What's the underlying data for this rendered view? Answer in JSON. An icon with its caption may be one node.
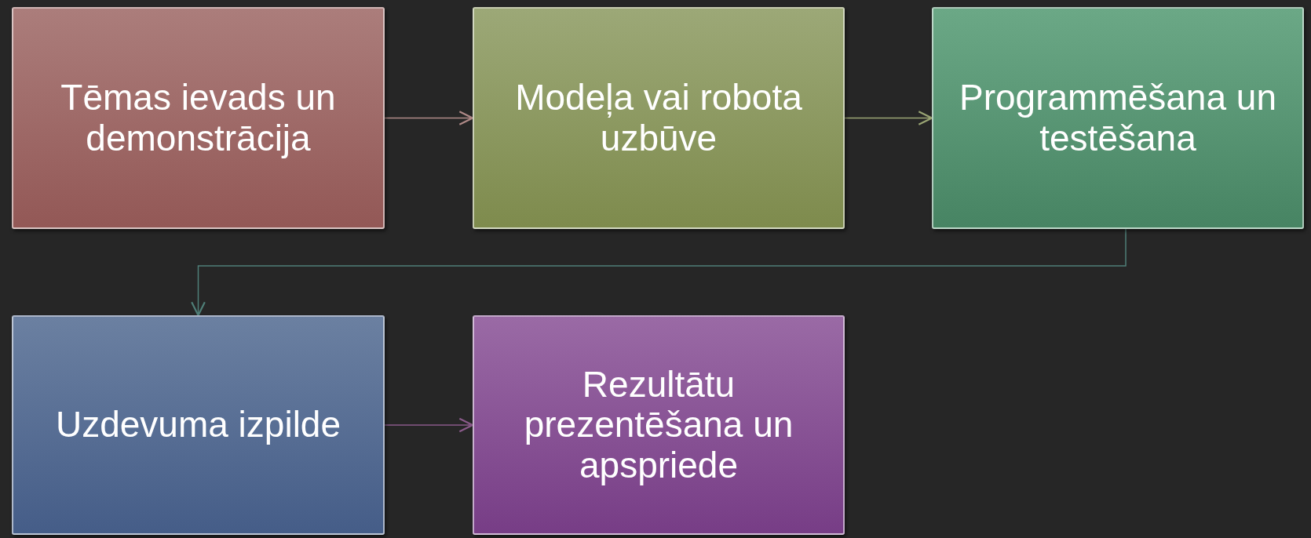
{
  "diagram": {
    "nodes": [
      {
        "text": [
          "Tēmas ievads un demonstrācija"
        ]
      },
      {
        "text": [
          "Modeļa vai robota uzbūve"
        ]
      },
      {
        "text": [
          "Programmēšana un testēšana"
        ]
      },
      {
        "text": [
          "Uzdevuma izpilde"
        ]
      },
      {
        "text": [
          "Rezultātu prezentēšana un apspriede"
        ]
      }
    ],
    "edges": [
      {
        "from": 0,
        "to": 1,
        "arrow": "to",
        "color": "#b08a88"
      },
      {
        "from": 1,
        "to": 2,
        "arrow": "to",
        "color": "#9aa574"
      },
      {
        "from": 2,
        "to": 3,
        "arrow": "to",
        "color": "#4f7f78"
      },
      {
        "from": 3,
        "to": 4,
        "arrow": "to",
        "color": "#8a5a8a"
      }
    ]
  }
}
